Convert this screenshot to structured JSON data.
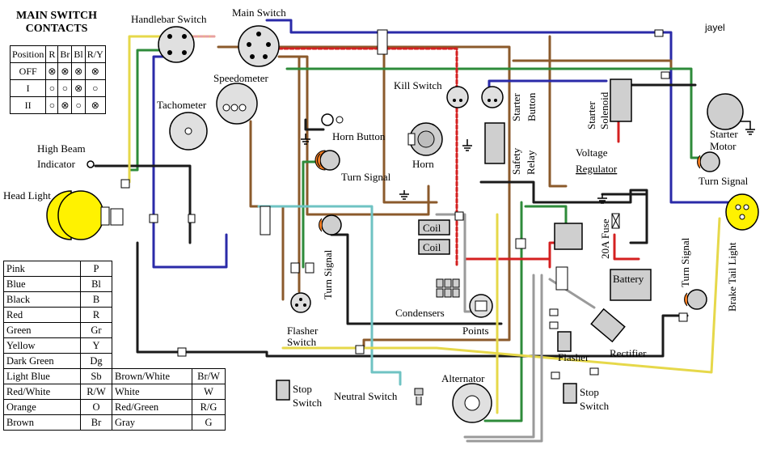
{
  "watermark": "jayel",
  "main_switch_contacts": {
    "title_line1": "MAIN SWITCH",
    "title_line2": "CONTACTS",
    "headers": [
      "Position",
      "R",
      "Br",
      "Bl",
      "R/Y"
    ],
    "rows": [
      {
        "position": "OFF",
        "cells": [
          "⊗",
          "⊗",
          "⊗",
          "⊗"
        ]
      },
      {
        "position": "I",
        "cells": [
          "○",
          "○",
          "⊗",
          "○"
        ]
      },
      {
        "position": "II",
        "cells": [
          "○",
          "⊗",
          "○",
          "⊗"
        ]
      }
    ]
  },
  "color_codes": [
    {
      "color": "Pink",
      "code": "P"
    },
    {
      "color": "Blue",
      "code": "Bl"
    },
    {
      "color": "Black",
      "code": "B"
    },
    {
      "color": "Red",
      "code": "R"
    },
    {
      "color": "Green",
      "code": "Gr"
    },
    {
      "color": "Yellow",
      "code": "Y"
    },
    {
      "color": "Dark Green",
      "code": "Dg"
    },
    {
      "color": "Light Blue",
      "code": "Sb",
      "color2": "Brown/White",
      "code2": "Br/W"
    },
    {
      "color": "Red/White",
      "code": "R/W",
      "color2": "White",
      "code2": "W"
    },
    {
      "color": "Orange",
      "code": "O",
      "color2": "Red/Green",
      "code2": "R/G"
    },
    {
      "color": "Brown",
      "code": "Br",
      "color2": "Gray",
      "code2": "G"
    }
  ],
  "components": {
    "handlebar_switch": "Handlebar Switch",
    "main_switch": "Main Switch",
    "speedometer": "Speedometer",
    "tachometer": "Tachometer",
    "high_beam_indicator_1": "High Beam",
    "high_beam_indicator_2": "Indicator",
    "head_light": "Head Light",
    "kill_switch": "Kill Switch",
    "starter_button_1": "Starter",
    "starter_button_2": "Button",
    "starter_solenoid_1": "Starter",
    "starter_solenoid_2": "Solenoid",
    "starter_motor_1": "Starter",
    "starter_motor_2": "Motor",
    "horn_button": "Horn Button",
    "horn": "Horn",
    "safety_relay_1": "Safety",
    "safety_relay_2": "Relay",
    "voltage_regulator_1": "Voltage",
    "voltage_regulator_2": "Regulator",
    "turn_signal_front_left": "Turn Signal",
    "turn_signal_rear_left": "Turn Signal",
    "turn_signal_front_right": "Turn Signal",
    "turn_signal_rear_right": "Turn Signal",
    "coil_1": "Coil",
    "coil_2": "Coil",
    "fuse": "20A Fuse",
    "battery": "Battery",
    "condensers": "Condensers",
    "points": "Points",
    "flasher_switch_1": "Flasher",
    "flasher_switch_2": "Switch",
    "flasher": "Flasher",
    "rectifier": "Rectifier",
    "stop_switch_front_1": "Stop",
    "stop_switch_front_2": "Switch",
    "stop_switch_rear_1": "Stop",
    "stop_switch_rear_2": "Switch",
    "neutral_switch": "Neutral Switch",
    "alternator": "Alternator",
    "brake_tail_light": "Brake Tail Light"
  },
  "wire_colors": {
    "blue": "#2a2aa8",
    "black": "#1a1a1a",
    "brown": "#8b5a2b",
    "red": "#d42020",
    "green": "#2e8b3a",
    "yellow": "#e6d84a",
    "light_blue": "#6fc3c3",
    "gray": "#9a9a9a",
    "pink": "#e8a0a0",
    "orange": "#f07a20",
    "bulb_yellow": "#fff200"
  }
}
